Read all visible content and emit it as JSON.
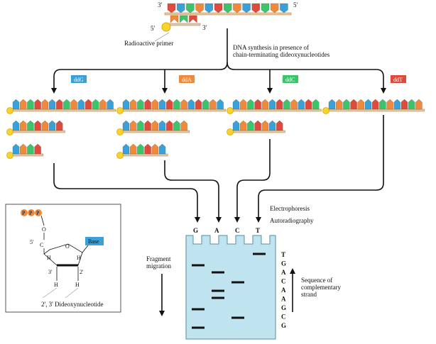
{
  "template": {
    "five_prime": "5'",
    "three_prime": "3'",
    "bases": [
      "T",
      "G",
      "C",
      "A",
      "G",
      "T",
      "C",
      "A",
      "G",
      "T",
      "C",
      "A",
      "G"
    ]
  },
  "primer": {
    "five_prime": "5'",
    "three_prime": "3'",
    "bases": [
      "A",
      "C",
      "T"
    ],
    "label": "Radioactive primer"
  },
  "synthesis_label_1": "DNA synthesis in presence of",
  "synthesis_label_2": "chain-terminating dideoxynucleotides",
  "reactions": [
    {
      "label": "ddG",
      "color": "#3aa0d8"
    },
    {
      "label": "ddA",
      "color": "#f08a3a"
    },
    {
      "label": "ddC",
      "color": "#3cc46a"
    },
    {
      "label": "ddT",
      "color": "#e04a3a"
    }
  ],
  "base_colors": {
    "A": "#f08a3a",
    "C": "#3cc46a",
    "G": "#3aa0d8",
    "T": "#e04a3a"
  },
  "electrophoresis_label": "Electrophoresis",
  "autoradiography_label": "Autoradiography",
  "lanes": [
    "G",
    "A",
    "C",
    "T"
  ],
  "fragment_label_1": "Fragment",
  "fragment_label_2": "migration",
  "sequence_letters": [
    "T",
    "G",
    "A",
    "C",
    "A",
    "A",
    "G",
    "C",
    "G"
  ],
  "sequence_label_1": "Sequence of",
  "sequence_label_2": "complementary",
  "sequence_label_3": "strand",
  "inset": {
    "phosphate": "P",
    "o_label": "O",
    "five_c": "5'",
    "c_label": "C",
    "ring_o": "O",
    "base": "Base",
    "h_label": "H",
    "three": "3'",
    "two": "2'",
    "caption": "2', 3' Dideoxynucleotide"
  }
}
